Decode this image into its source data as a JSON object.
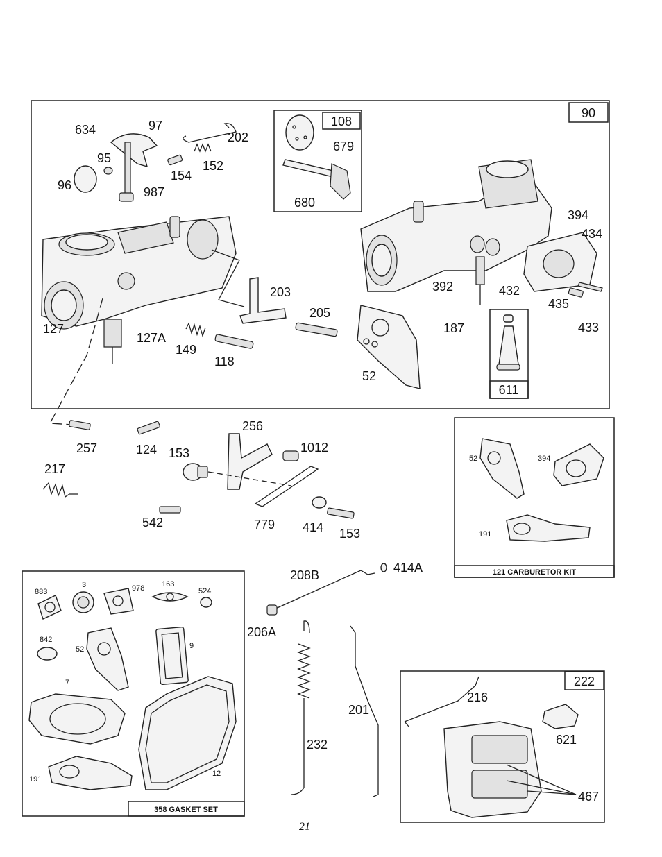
{
  "page_number": "21",
  "boxes": {
    "main": "90",
    "inset_top": "108",
    "inset_right": "611",
    "inset_bottom": "222"
  },
  "kits": {
    "carburetor": "121 CARBURETOR KIT",
    "gasket": "358 GASKET SET"
  },
  "labels": {
    "p634": "634",
    "p97": "97",
    "p202": "202",
    "p95": "95",
    "p154": "154",
    "p152": "152",
    "p96": "96",
    "p987": "987",
    "p679": "679",
    "p680": "680",
    "p394": "394",
    "p434": "434",
    "p392": "392",
    "p432": "432",
    "p435": "435",
    "p433": "433",
    "p187": "187",
    "p127": "127",
    "p127A": "127A",
    "p203": "203",
    "p205": "205",
    "p149": "149",
    "p118": "118",
    "p52": "52",
    "p257": "257",
    "p124": "124",
    "p256": "256",
    "p153a": "153",
    "p1012": "1012",
    "p217": "217",
    "p542": "542",
    "p779": "779",
    "p414": "414",
    "p153b": "153",
    "p208B": "208B",
    "p414A": "414A",
    "p206A": "206A",
    "p201": "201",
    "p232": "232",
    "p216": "216",
    "p621": "621",
    "p467": "467"
  },
  "kit_labels": {
    "c52": "52",
    "c394": "394",
    "c191": "191"
  },
  "gasket_labels": {
    "g883": "883",
    "g3": "3",
    "g978": "978",
    "g163": "163",
    "g524": "524",
    "g842": "842",
    "g52": "52",
    "g9": "9",
    "g7": "7",
    "g191": "191",
    "g12": "12"
  }
}
